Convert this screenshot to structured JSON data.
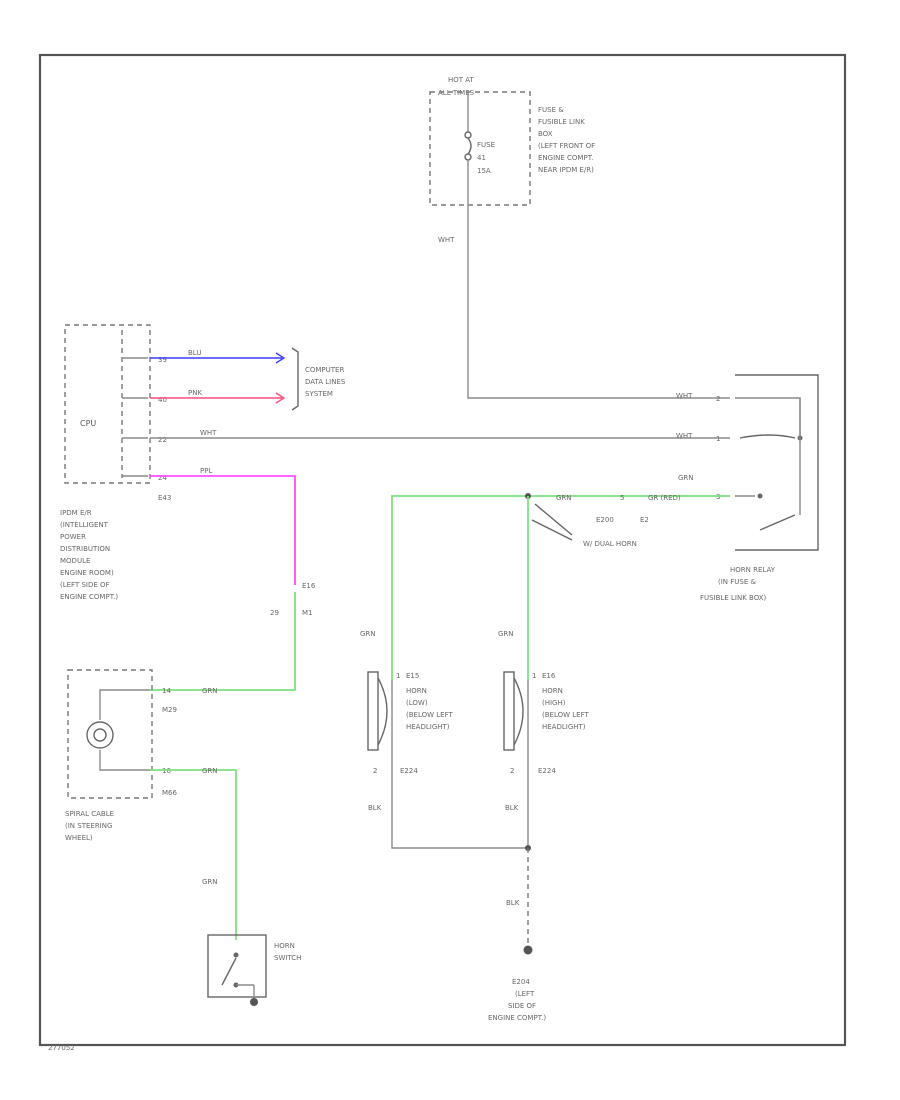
{
  "colors": {
    "blu": "#3c3cff",
    "pnk": "#ff4d7a",
    "ppl": "#ff4dff",
    "grn": "#7fe07f",
    "wht": "#b5b5b5",
    "blk": "#555555"
  },
  "fuse_box": {
    "heading": [
      "HOT AT",
      "ALL TIMES"
    ],
    "fuse_label": [
      "FUSE",
      "41",
      "15A"
    ],
    "description": [
      "FUSE &",
      "FUSIBLE LINK",
      "BOX",
      "(LEFT FRONT OF",
      "ENGINE COMPT.",
      "NEAR IPDM E/R)"
    ]
  },
  "ipdm": {
    "cpu_label": "CPU",
    "pins": [
      "39",
      "40",
      "22",
      "24"
    ],
    "wire_colors": [
      "BLU",
      "PNK",
      "WHT",
      "PPL"
    ],
    "connector_id": "E43",
    "description": [
      "IPDM E/R",
      "(INTELLIGENT",
      "POWER",
      "DISTRIBUTION",
      "MODULE",
      "ENGINE ROOM)",
      "(LEFT SIDE OF",
      "ENGINE COMPT.)"
    ]
  },
  "data_lines": [
    "COMPUTER",
    "DATA LINES",
    "SYSTEM"
  ],
  "wire_labels": {
    "fuse_out": "WHT",
    "relay_pin2": "WHT",
    "relay_pin1": "WHT",
    "grn_top": "GRN",
    "grn_red": "GR (RED)",
    "grn_left": "GRN",
    "grn_mid": "GRN",
    "grn_spiral_top": "GRN",
    "grn_spiral_bottom": "GRN",
    "grn_switch": "GRN",
    "blk_left": "BLK",
    "blk_right": "BLK",
    "blk_ground": "BLK"
  },
  "relay": {
    "pins": [
      "2",
      "1",
      "3"
    ],
    "description": [
      "HORN RELAY",
      "(IN FUSE &",
      "FUSIBLE LINK BOX)"
    ],
    "connectors": [
      "E200",
      "E2"
    ],
    "pin5_label": "5"
  },
  "dual_horn_note": "W/ DUAL HORN",
  "junction": {
    "connector": "E16",
    "pin": "29",
    "pin2": "M1"
  },
  "horn_low": {
    "connector": "E15",
    "pin_top": "1",
    "pin_bottom": "2",
    "ground_conn": "E224",
    "description": [
      "HORN",
      "(LOW)",
      "(BELOW LEFT",
      "HEADLIGHT)"
    ]
  },
  "horn_high": {
    "connector": "E16",
    "pin_top": "1",
    "pin_bottom": "2",
    "ground_conn": "E224",
    "description": [
      "HORN",
      "(HIGH)",
      "(BELOW LEFT",
      "HEADLIGHT)"
    ]
  },
  "spiral": {
    "pins": [
      "14",
      "16"
    ],
    "connectors": [
      "M29",
      "M66"
    ],
    "description": [
      "SPIRAL CABLE",
      "(IN STEERING",
      "WHEEL)"
    ]
  },
  "horn_switch": [
    "HORN",
    "SWITCH"
  ],
  "ground": [
    "E204",
    "(LEFT",
    "SIDE OF",
    "ENGINE COMPT.)"
  ],
  "diagram_id": "277052"
}
